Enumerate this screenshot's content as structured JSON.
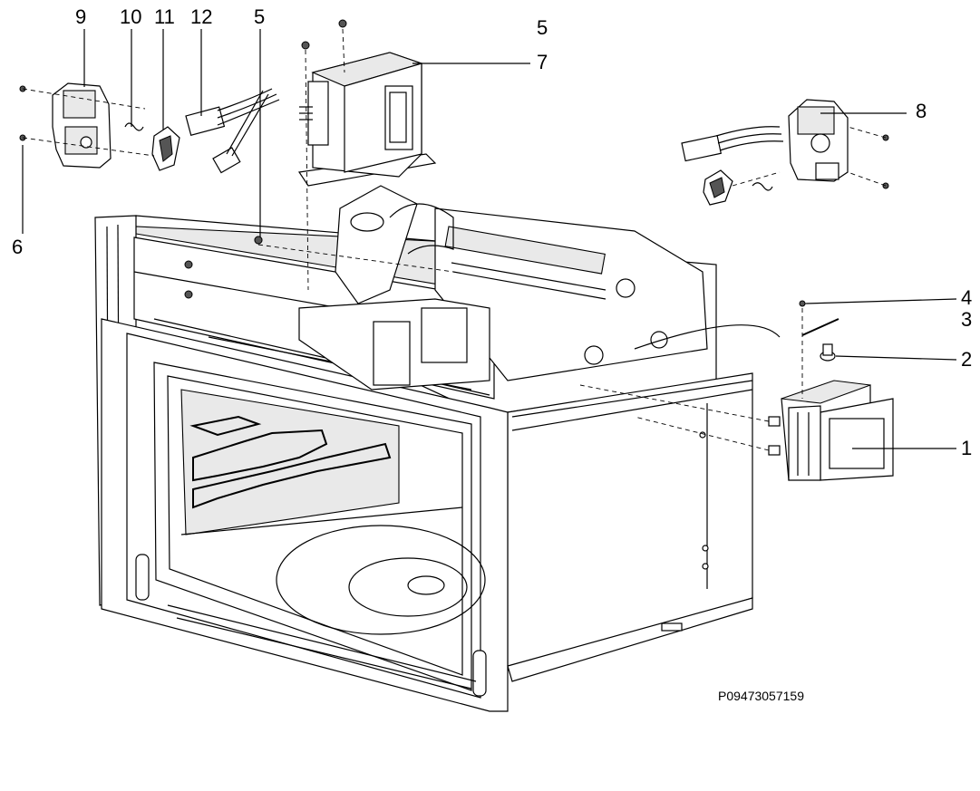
{
  "callouts": {
    "c1": "1",
    "c2": "2",
    "c3": "3",
    "c4": "4",
    "c5a": "5",
    "c5b": "5",
    "c6": "6",
    "c7": "7",
    "c8": "8",
    "c9": "9",
    "c10": "10",
    "c11": "11",
    "c12": "12"
  },
  "drawing_ref": "P09473057159",
  "parts": {
    "cavity": "oven-cavity-icon",
    "transformer": "transformer-icon",
    "magnetron": "magnetron-icon",
    "door_switch_left": "door-switch-icon",
    "door_switch_right": "door-switch-icon",
    "screw": "screw-icon"
  }
}
